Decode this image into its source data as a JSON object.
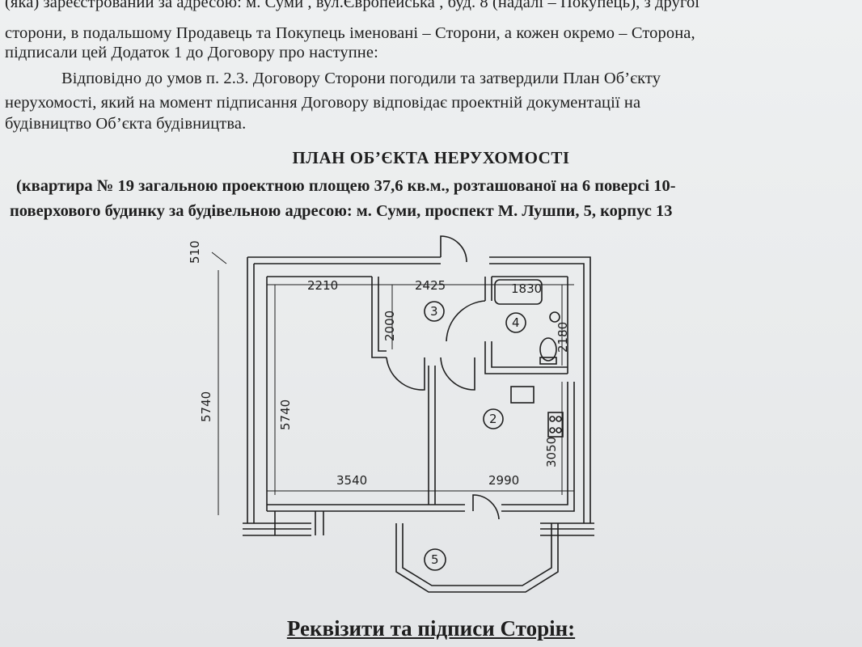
{
  "paragraph": {
    "line_top": "(яка) зареєстрований за адресою: м. Суми , вул.Європейська , буд. 8  (надалі – Покупець),  з другої",
    "line2": "сторони, в подальшому Продавець та Покупець іменовані – Сторони, а кожен окремо – Сторона,",
    "line3": "підписали цей Додаток 1 до Договору про наступне:",
    "line4": "Відповідно до умов п. 2.3. Договору Сторони погодили та затвердили План Об’єкту",
    "line5": "нерухомості, який на момент підписання Договору відповідає проектній документації на",
    "line6": "будівництво Об’єкта будівництва."
  },
  "plan_heading": {
    "title": "ПЛАН ОБ’ЄКТА НЕРУХОМОСТІ",
    "subtitle_line1": "(квартира № 19 загальною проектною площею 37,6  кв.м.,  розташованої на 6  поверсі  10-",
    "subtitle_line2": "поверхового будинку за будівельною адресою: м. Суми,   проспект М. Лушпи, 5, корпус 13"
  },
  "floor_plan": {
    "dimensions": {
      "wall_thickness": "510",
      "outer_height": "5740",
      "inner_height": "5740",
      "top_left_width": "2210",
      "top_middle_width": "2425",
      "bath_width": "1830",
      "hall_height": "2000",
      "bath_height": "2180",
      "kitchen_height": "3050",
      "bottom_left_width": "3540",
      "bottom_right_width": "2990"
    },
    "rooms": {
      "hall": "3",
      "bathroom": "4",
      "kitchen": "2",
      "balcony": "5"
    }
  },
  "footer": {
    "title": "Реквізити та підписи Сторін:"
  }
}
